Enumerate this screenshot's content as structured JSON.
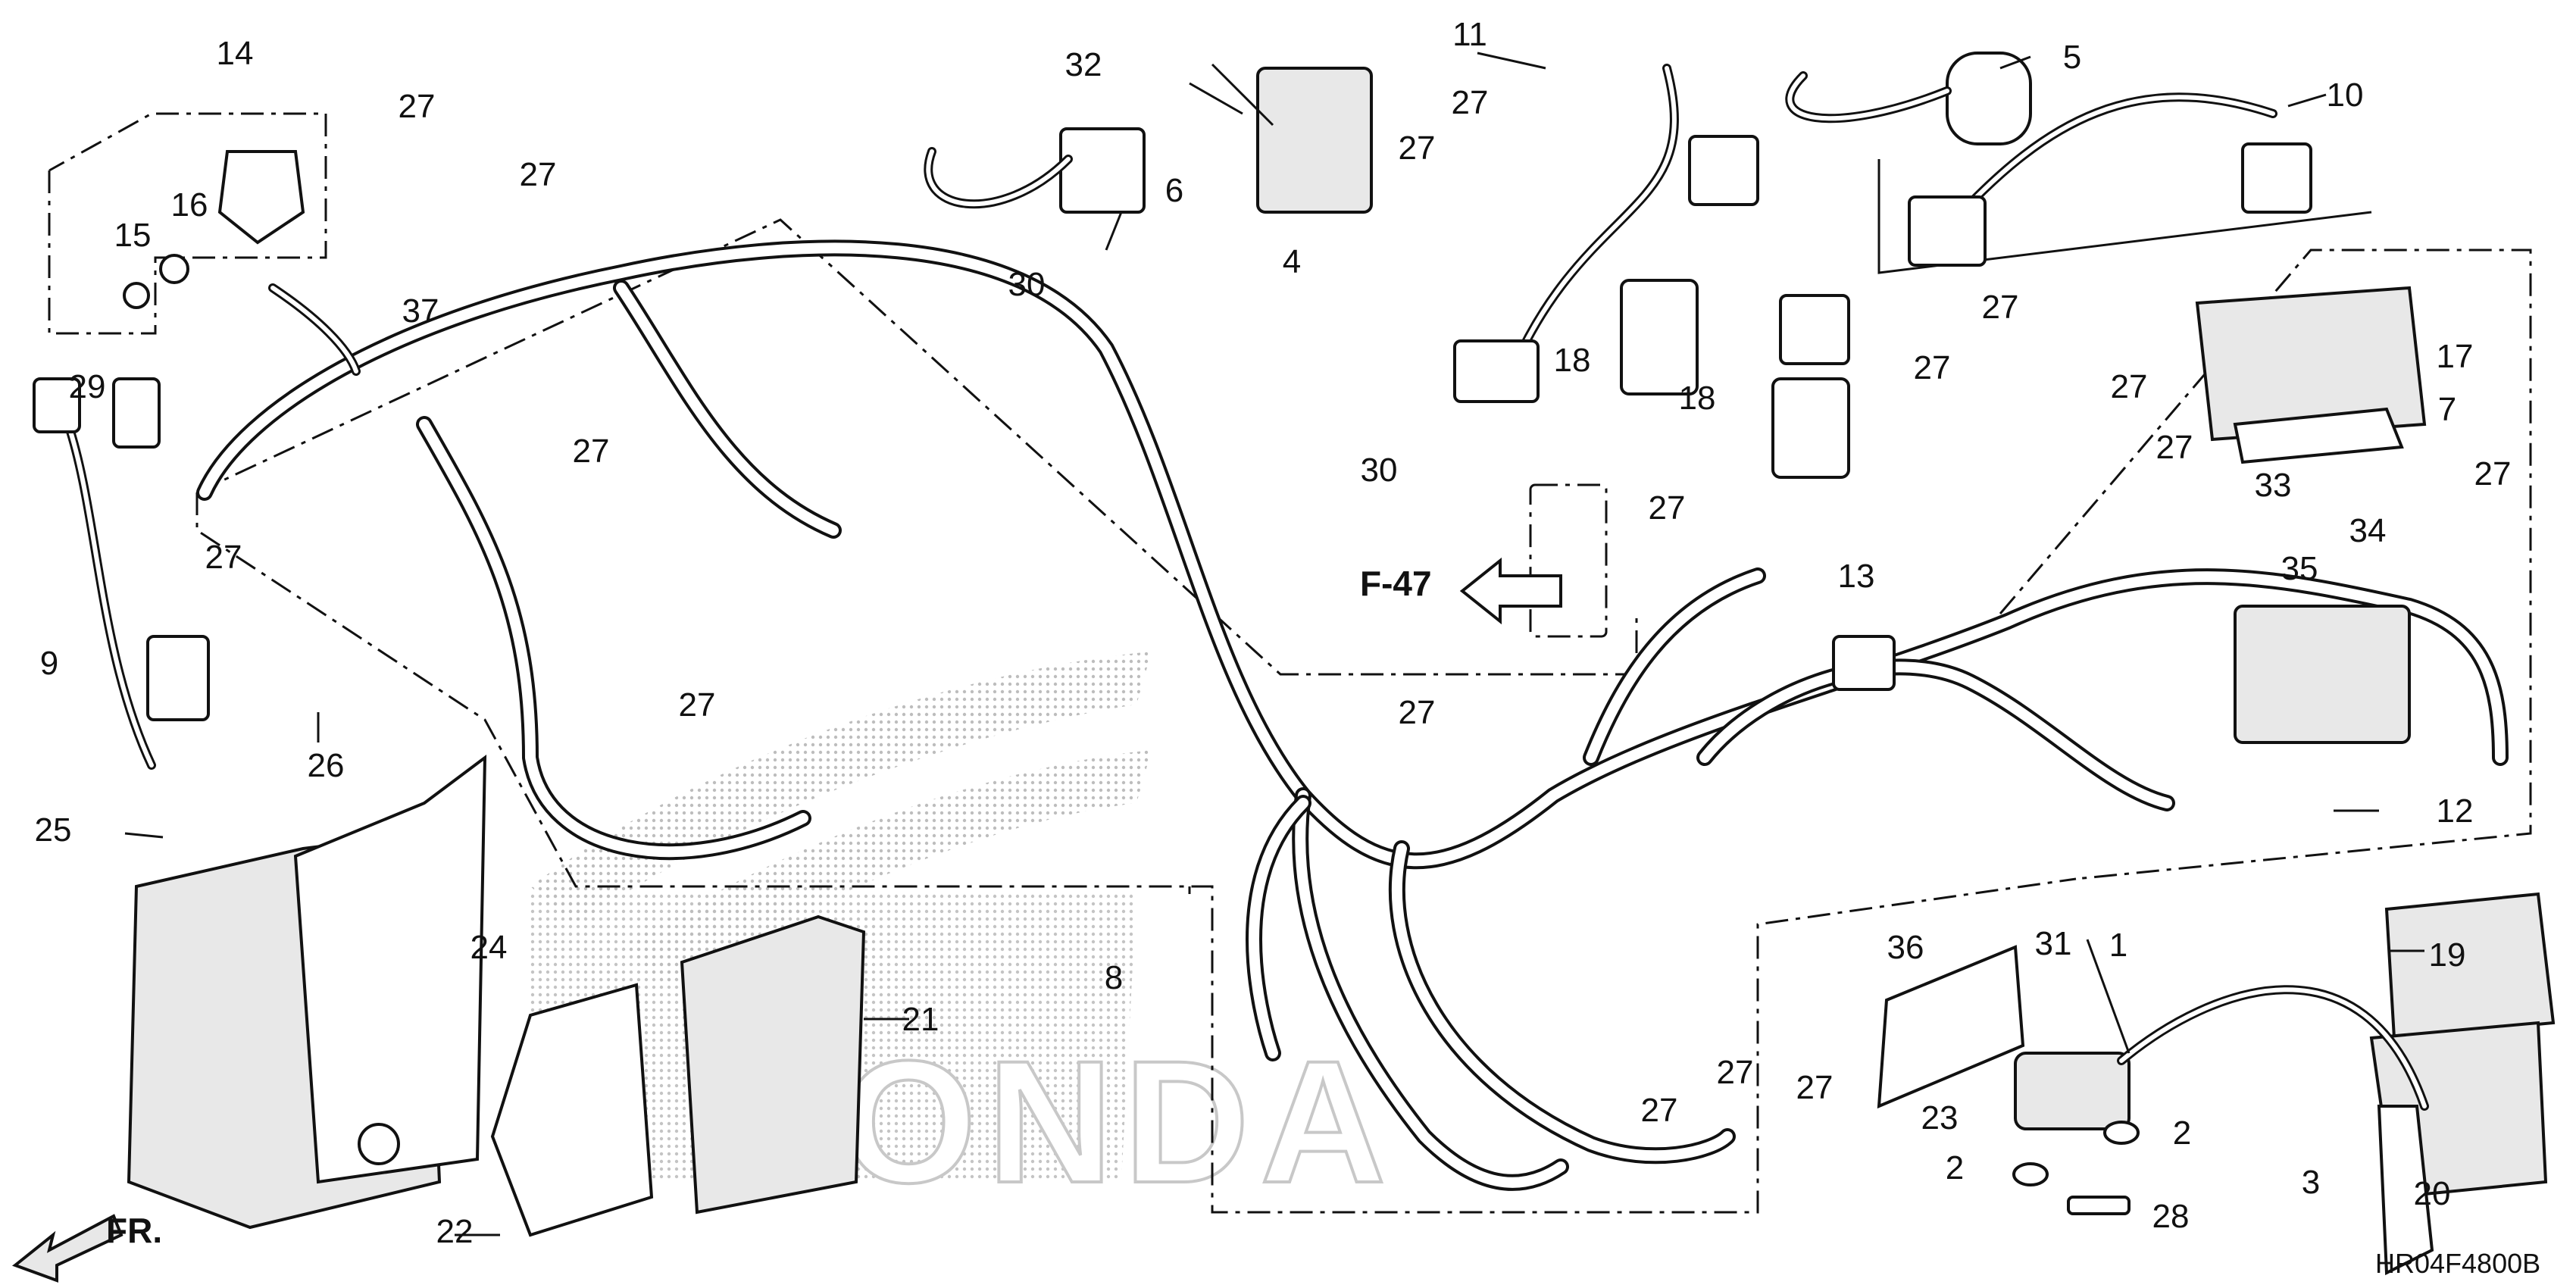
{
  "diagram": {
    "ref_code": "HR04F4800B",
    "section_ref": "F-47",
    "front_label": "FR.",
    "watermark": "HONDA",
    "callouts": [
      {
        "id": "c1",
        "label": "1"
      },
      {
        "id": "c2a",
        "label": "2"
      },
      {
        "id": "c2b",
        "label": "2"
      },
      {
        "id": "c3",
        "label": "3"
      },
      {
        "id": "c4",
        "label": "4"
      },
      {
        "id": "c5",
        "label": "5"
      },
      {
        "id": "c6",
        "label": "6"
      },
      {
        "id": "c7",
        "label": "7"
      },
      {
        "id": "c8",
        "label": "8"
      },
      {
        "id": "c9",
        "label": "9"
      },
      {
        "id": "c10",
        "label": "10"
      },
      {
        "id": "c11",
        "label": "11"
      },
      {
        "id": "c12",
        "label": "12"
      },
      {
        "id": "c13",
        "label": "13"
      },
      {
        "id": "c14",
        "label": "14"
      },
      {
        "id": "c15",
        "label": "15"
      },
      {
        "id": "c16",
        "label": "16"
      },
      {
        "id": "c17",
        "label": "17"
      },
      {
        "id": "c18a",
        "label": "18"
      },
      {
        "id": "c18b",
        "label": "18"
      },
      {
        "id": "c19",
        "label": "19"
      },
      {
        "id": "c20",
        "label": "20"
      },
      {
        "id": "c21",
        "label": "21"
      },
      {
        "id": "c22",
        "label": "22"
      },
      {
        "id": "c23",
        "label": "23"
      },
      {
        "id": "c24",
        "label": "24"
      },
      {
        "id": "c25",
        "label": "25"
      },
      {
        "id": "c26",
        "label": "26"
      },
      {
        "id": "c27a",
        "label": "27"
      },
      {
        "id": "c27b",
        "label": "27"
      },
      {
        "id": "c27c",
        "label": "27"
      },
      {
        "id": "c27d",
        "label": "27"
      },
      {
        "id": "c27e",
        "label": "27"
      },
      {
        "id": "c27f",
        "label": "27"
      },
      {
        "id": "c27g",
        "label": "27"
      },
      {
        "id": "c27h",
        "label": "27"
      },
      {
        "id": "c27i",
        "label": "27"
      },
      {
        "id": "c27j",
        "label": "27"
      },
      {
        "id": "c27k",
        "label": "27"
      },
      {
        "id": "c27l",
        "label": "27"
      },
      {
        "id": "c27m",
        "label": "27"
      },
      {
        "id": "c27n",
        "label": "27"
      },
      {
        "id": "c27o",
        "label": "27"
      },
      {
        "id": "c27p",
        "label": "27"
      },
      {
        "id": "c27q",
        "label": "27"
      },
      {
        "id": "c28",
        "label": "28"
      },
      {
        "id": "c29",
        "label": "29"
      },
      {
        "id": "c30a",
        "label": "30"
      },
      {
        "id": "c30b",
        "label": "30"
      },
      {
        "id": "c31",
        "label": "31"
      },
      {
        "id": "c32",
        "label": "32"
      },
      {
        "id": "c33",
        "label": "33"
      },
      {
        "id": "c34",
        "label": "34"
      },
      {
        "id": "c35",
        "label": "35"
      },
      {
        "id": "c36",
        "label": "36"
      },
      {
        "id": "c37",
        "label": "37"
      }
    ]
  }
}
